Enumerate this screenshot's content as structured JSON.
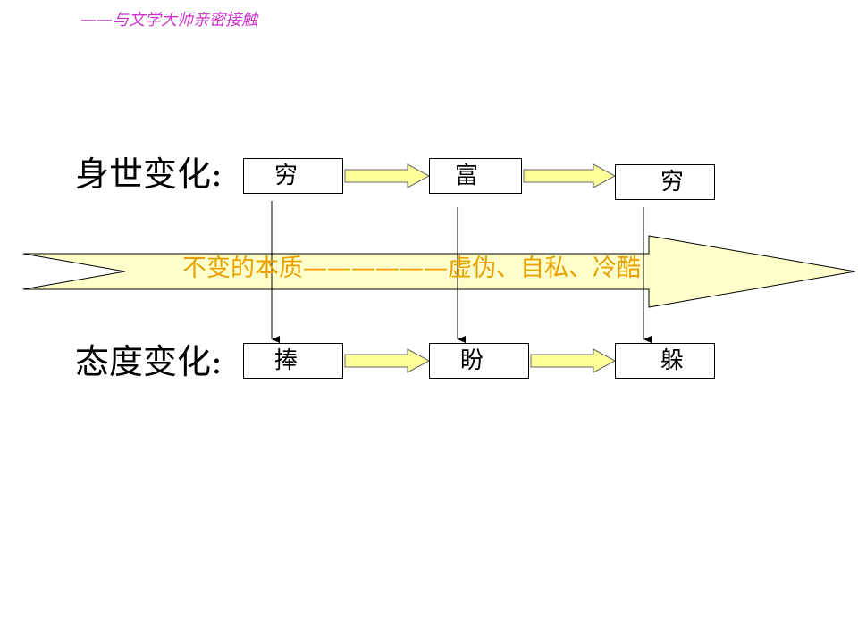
{
  "header": {
    "subtitle": "——与文学大师亲密接触"
  },
  "diagram": {
    "fortune_row_label": "身世变化:",
    "attitude_row_label": "态度变化:",
    "fortune_stages": [
      "穷",
      "富",
      "穷"
    ],
    "attitude_stages": [
      "捧",
      "盼",
      "躲"
    ],
    "essence_text": "不变的本质——————虚伪、自私、冷酷"
  },
  "colors": {
    "subtitle": "#cc33cc",
    "band_fill": "#ffffcc",
    "band_text": "#e8a000",
    "arrow_fill": "#ffff99"
  }
}
